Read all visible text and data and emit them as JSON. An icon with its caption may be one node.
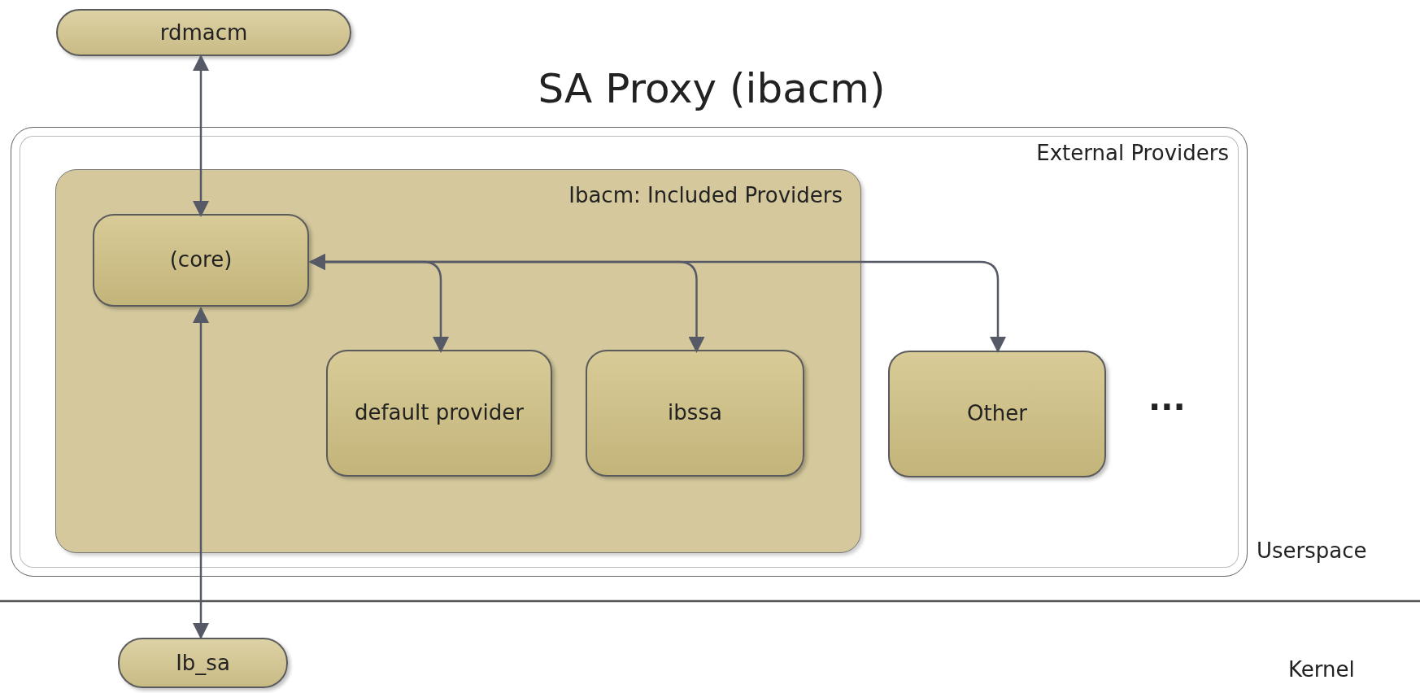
{
  "diagram": {
    "title": "SA Proxy (ibacm)",
    "nodes": [
      {
        "text": [
          "rdmacm"
        ]
      },
      {
        "text": [
          "External Providers"
        ]
      },
      {
        "text": [
          "Ibacm: Included Providers"
        ],
        "in": 1
      },
      {
        "text": [
          "(core)"
        ],
        "in": 2
      },
      {
        "text": [
          "default provider"
        ],
        "in": 2
      },
      {
        "text": [
          "ibssa"
        ],
        "in": 2
      },
      {
        "text": [
          "Other"
        ],
        "in": 1
      },
      {
        "text": [
          "Ib_sa"
        ]
      }
    ],
    "edges": [
      {
        "from": 0,
        "to": 3,
        "arrow": "both"
      },
      {
        "from": 3,
        "to": 4,
        "arrow": "both"
      },
      {
        "from": 3,
        "to": 5,
        "arrow": "both"
      },
      {
        "from": 3,
        "to": 6,
        "arrow": "both"
      },
      {
        "from": 7,
        "to": 3,
        "arrow": "both"
      }
    ],
    "labels": [
      "...",
      "Userspace",
      "Kernel"
    ]
  }
}
